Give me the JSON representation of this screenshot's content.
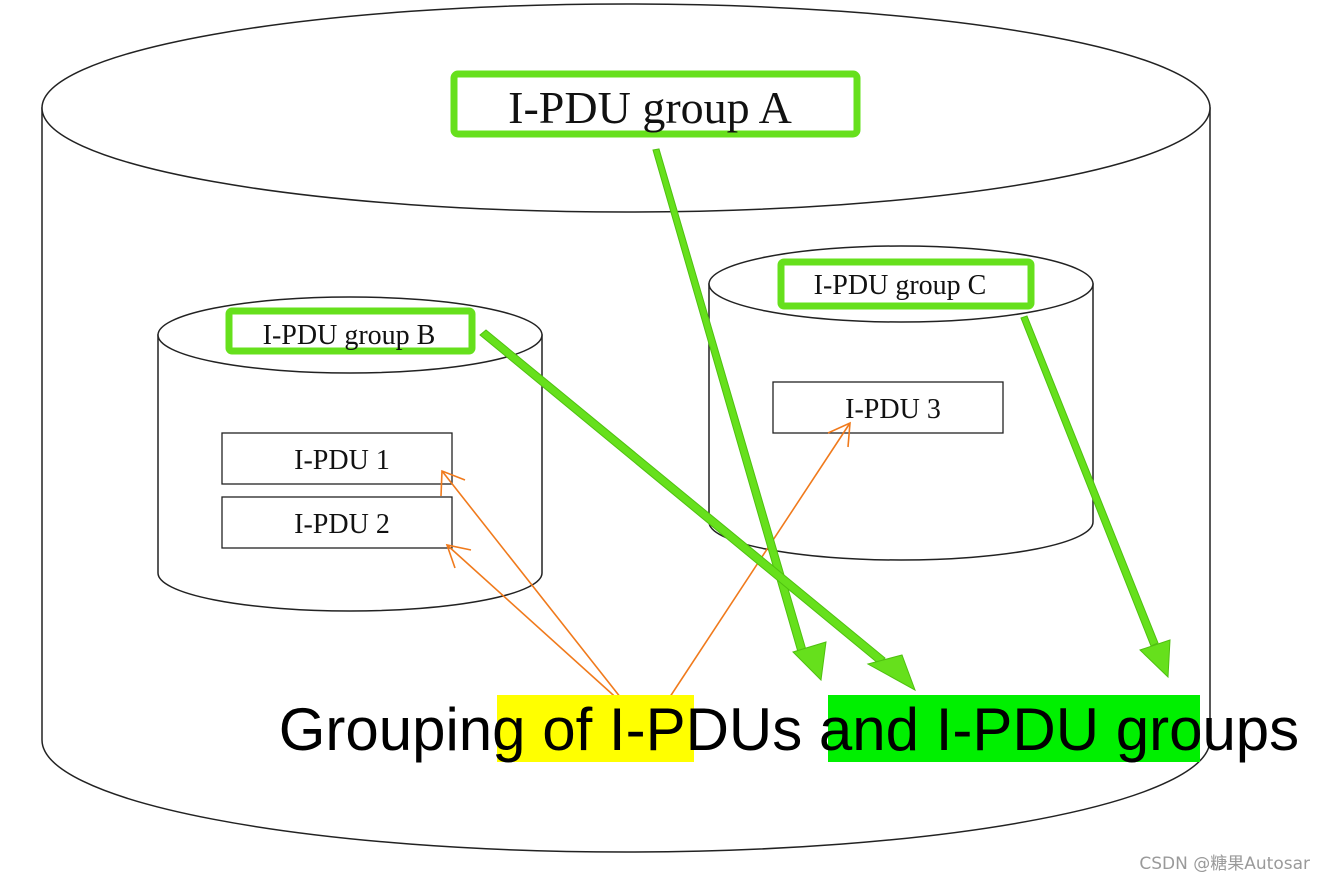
{
  "groups": {
    "a": {
      "label": "I-PDU group A"
    },
    "b": {
      "label": "I-PDU group B"
    },
    "c": {
      "label": "I-PDU group C"
    }
  },
  "pdus": [
    {
      "label": "I-PDU 1"
    },
    {
      "label": "I-PDU 2"
    },
    {
      "label": "I-PDU 3"
    }
  ],
  "caption": {
    "prefix": "Grouping of ",
    "highlight1": "I-PDUs",
    "middle": " and ",
    "highlight2": "I-PDU groups"
  },
  "colors": {
    "green_highlight": "#00f000",
    "yellow_highlight": "#ffff00",
    "green_arrow": "#66e01c",
    "orange_arrow": "#f07a1c"
  },
  "watermark": "CSDN @糖果Autosar"
}
